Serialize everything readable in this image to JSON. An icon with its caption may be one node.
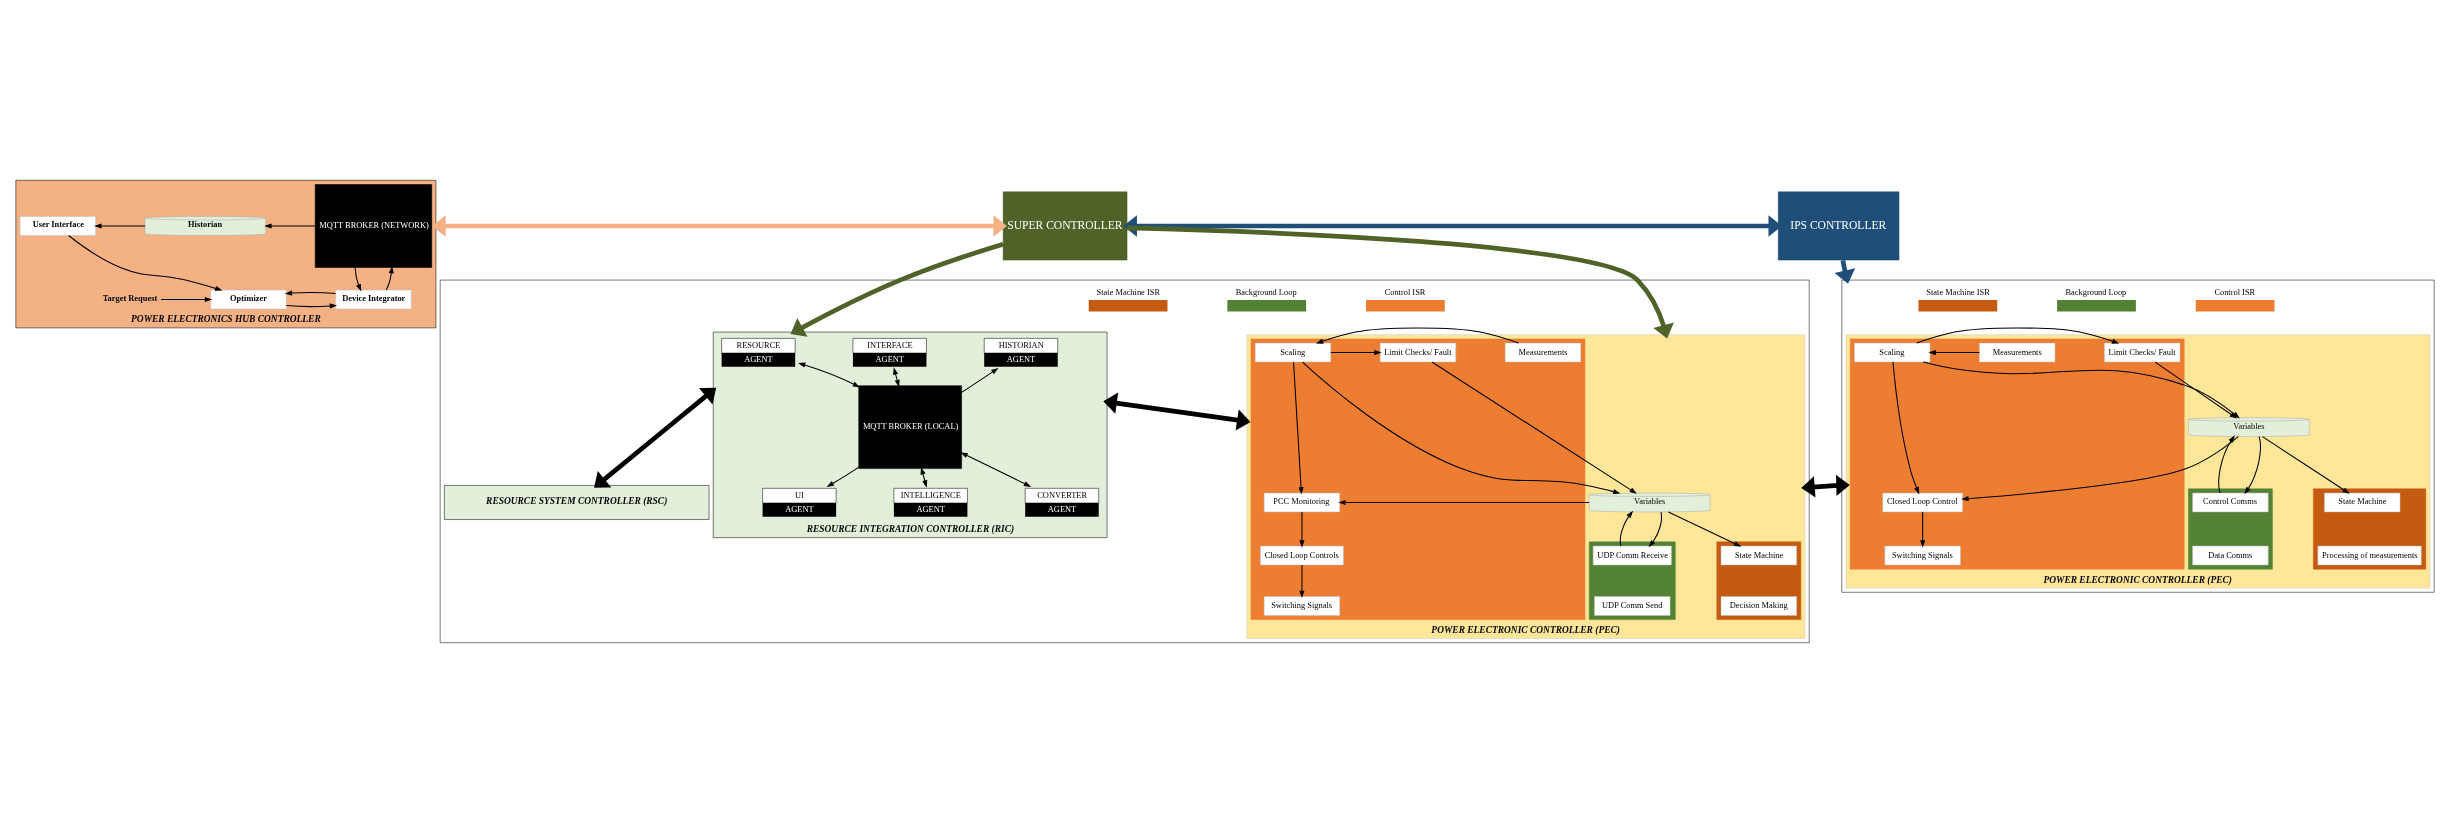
{
  "diagram": {
    "nodes": [
      {
        "text": [
          "POWER ELECTRONICS HUB CONTROLLER"
        ]
      },
      {
        "text": [
          "User Interface"
        ],
        "in": 0
      },
      {
        "text": [
          "Historian"
        ],
        "in": 0
      },
      {
        "text": [
          "MQTT BROKER (NETWORK)"
        ],
        "in": 0
      },
      {
        "text": [
          "Target Request"
        ],
        "in": 0
      },
      {
        "text": [
          "Optimizer"
        ],
        "in": 0
      },
      {
        "text": [
          "Device Integrator"
        ],
        "in": 0
      },
      {
        "text": [
          "SUPER CONTROLLER"
        ]
      },
      {
        "text": [
          "IPS CONTROLLER"
        ]
      },
      {
        "text": [],
        "shape": "box"
      },
      {
        "text": [
          "RESOURCE INTEGRATION CONTROLLER (RIC)"
        ],
        "in": 9
      },
      {
        "text": [
          "HISTORIAN",
          "AGENT"
        ],
        "in": 10
      },
      {
        "text": [
          "INTERFACE",
          "AGENT"
        ],
        "in": 10
      },
      {
        "text": [
          "RESOURCE",
          "AGENT"
        ],
        "in": 10
      },
      {
        "text": [
          "MQTT BROKER (LOCAL)"
        ],
        "in": 10
      },
      {
        "text": [
          "UI",
          "AGENT"
        ],
        "in": 10
      },
      {
        "text": [
          "INTELLIGENCE",
          "AGENT"
        ],
        "in": 10
      },
      {
        "text": [
          "CONVERTER",
          "AGENT"
        ],
        "in": 10
      },
      {
        "text": [
          "RESOURCE SYSTEM CONTROLLER (RSC)"
        ],
        "in": 9
      },
      {
        "text": [
          "POWER ELECTRONIC CONTROLLER (PEC)"
        ],
        "in": 9
      },
      {
        "text": [],
        "shape": "box",
        "in": 19
      },
      {
        "text": [
          "Limit Checks/ Fault"
        ],
        "in": 20
      },
      {
        "text": [
          "Scaling"
        ],
        "in": 20
      },
      {
        "text": [
          "Measurements"
        ],
        "in": 20
      },
      {
        "text": [
          "PCC Monitoring"
        ],
        "in": 20
      },
      {
        "text": [
          "Closed Loop Controls"
        ],
        "in": 20
      },
      {
        "text": [
          "Switching Signals"
        ],
        "in": 20
      },
      {
        "text": [
          "Variables"
        ],
        "in": 19
      },
      {
        "text": [],
        "shape": "box",
        "in": 19
      },
      {
        "text": [
          "UDP Comm Receive"
        ],
        "in": 28
      },
      {
        "text": [
          "UDP Comm Send"
        ],
        "in": 28
      },
      {
        "text": [],
        "shape": "box",
        "in": 19
      },
      {
        "text": [
          "State Machine"
        ],
        "in": 31
      },
      {
        "text": [
          "Decision Making"
        ],
        "in": 31
      },
      {
        "text": [],
        "shape": "box"
      },
      {
        "text": [
          "POWER ELECTRONIC CONTROLLER (PEC)"
        ],
        "in": 34
      },
      {
        "text": [],
        "shape": "box",
        "in": 35
      },
      {
        "text": [
          "Limit Checks/ Fault"
        ],
        "in": 36
      },
      {
        "text": [
          "Scaling"
        ],
        "in": 36
      },
      {
        "text": [
          "Measurements"
        ],
        "in": 36
      },
      {
        "text": [
          "Closed Loop Control"
        ],
        "in": 36
      },
      {
        "text": [
          "Switching Signals"
        ],
        "in": 36
      },
      {
        "text": [
          "Variables"
        ],
        "in": 35
      },
      {
        "text": [],
        "shape": "box",
        "in": 35
      },
      {
        "text": [
          "Control Comms"
        ],
        "in": 43
      },
      {
        "text": [
          "Data Comms"
        ],
        "in": 43
      },
      {
        "text": [],
        "shape": "box",
        "in": 35
      },
      {
        "text": [
          "State Machine"
        ],
        "in": 46
      },
      {
        "text": [
          "Processing of measurements"
        ],
        "in": 46
      }
    ],
    "edges": [
      {
        "from": 2,
        "to": 1,
        "arrow": "to"
      },
      {
        "from": 3,
        "to": 2,
        "arrow": "to"
      },
      {
        "from": 1,
        "to": 5,
        "arrow": "to"
      },
      {
        "from": 4,
        "to": 5,
        "arrow": "to"
      },
      {
        "from": 5,
        "to": 6,
        "arrow": "to"
      },
      {
        "from": 6,
        "to": 5,
        "arrow": "to"
      },
      {
        "from": 6,
        "to": 3,
        "arrow": "to"
      },
      {
        "from": 3,
        "to": 6,
        "arrow": "to"
      },
      {
        "from": 0,
        "to": 7,
        "arrow": "both",
        "style": "thick",
        "color": "#f4b183"
      },
      {
        "from": 7,
        "to": 8,
        "arrow": "both",
        "style": "thick",
        "color": "#1f4e79"
      },
      {
        "from": 7,
        "to": 10,
        "arrow": "to",
        "style": "thick",
        "color": "#4f6228"
      },
      {
        "from": 7,
        "to": 19,
        "arrow": "to",
        "style": "thick",
        "color": "#4f6228"
      },
      {
        "from": 8,
        "to": 34,
        "arrow": "to",
        "style": "thick",
        "color": "#1f4e79"
      },
      {
        "from": 14,
        "to": 11,
        "arrow": "to"
      },
      {
        "from": 14,
        "to": 15,
        "arrow": "to"
      },
      {
        "from": 12,
        "to": 14,
        "arrow": "both"
      },
      {
        "from": 14,
        "to": 16,
        "arrow": "both"
      },
      {
        "from": 13,
        "to": 14,
        "arrow": "both"
      },
      {
        "from": 14,
        "to": 17,
        "arrow": "both"
      },
      {
        "from": 10,
        "to": 18,
        "arrow": "both",
        "style": "thick"
      },
      {
        "from": 10,
        "to": 19,
        "arrow": "both",
        "style": "thick"
      },
      {
        "from": 19,
        "to": 35,
        "arrow": "both",
        "style": "thick"
      },
      {
        "from": 23,
        "to": 22,
        "arrow": "to"
      },
      {
        "from": 22,
        "to": 21,
        "arrow": "to"
      },
      {
        "from": 22,
        "to": 24,
        "arrow": "to"
      },
      {
        "from": 21,
        "to": 27,
        "arrow": "to"
      },
      {
        "from": 22,
        "to": 27,
        "arrow": "to"
      },
      {
        "from": 27,
        "to": 29,
        "arrow": "to"
      },
      {
        "from": 29,
        "to": 27,
        "arrow": "to"
      },
      {
        "from": 27,
        "to": 32,
        "arrow": "to"
      },
      {
        "from": 27,
        "to": 24,
        "arrow": "to"
      },
      {
        "from": 24,
        "to": 25,
        "arrow": "to"
      },
      {
        "from": 25,
        "to": 26,
        "arrow": "to"
      },
      {
        "from": 39,
        "to": 38,
        "arrow": "to"
      },
      {
        "from": 38,
        "to": 37,
        "arrow": "to"
      },
      {
        "from": 38,
        "to": 40,
        "arrow": "to"
      },
      {
        "from": 37,
        "to": 42,
        "arrow": "to"
      },
      {
        "from": 38,
        "to": 42,
        "arrow": "to"
      },
      {
        "from": 42,
        "to": 44,
        "arrow": "to"
      },
      {
        "from": 44,
        "to": 42,
        "arrow": "to"
      },
      {
        "from": 42,
        "to": 47,
        "arrow": "to"
      },
      {
        "from": 42,
        "to": 40,
        "arrow": "to"
      },
      {
        "from": 40,
        "to": 41,
        "arrow": "to"
      }
    ],
    "legend": [
      {
        "text": "State Machine ISR",
        "color": "#c55a11"
      },
      {
        "text": "Background Loop",
        "color": "#548235"
      },
      {
        "text": "Control ISR",
        "color": "#ed7d31"
      },
      {
        "text": "State Machine ISR",
        "color": "#c55a11"
      },
      {
        "text": "Background Loop",
        "color": "#548235"
      },
      {
        "text": "Control ISR",
        "color": "#ed7d31"
      }
    ]
  }
}
